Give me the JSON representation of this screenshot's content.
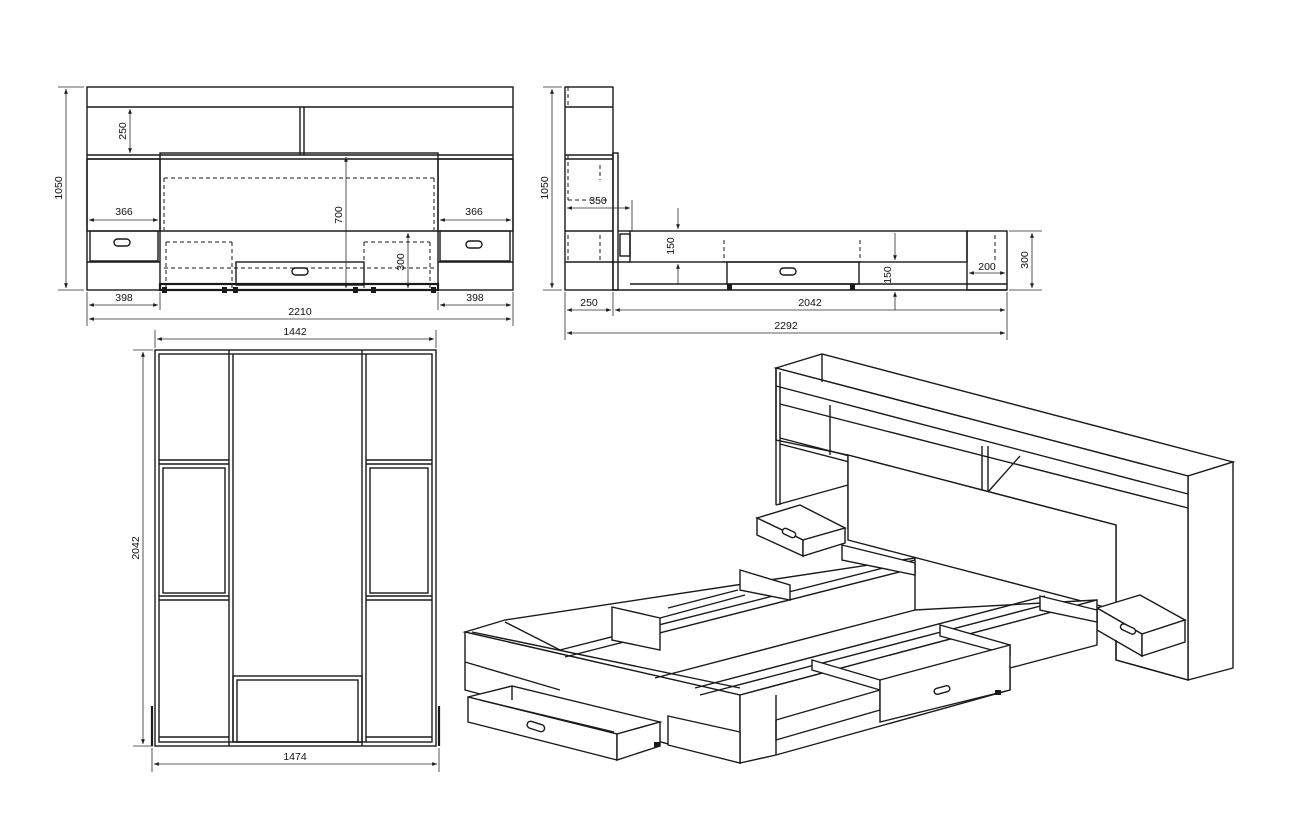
{
  "front_view": {
    "height": "1050",
    "shelf_height": "250",
    "niche_width_left": "366",
    "niche_width_right": "366",
    "inner_height": "700",
    "drawer_height": "300",
    "side_width_left": "398",
    "side_width_right": "398",
    "total_width": "2210"
  },
  "side_view": {
    "height": "1050",
    "depth_top": "350",
    "rail_height": "150",
    "drawer_height": "150",
    "end_height": "300",
    "end_depth": "200",
    "headboard_depth": "250",
    "frame_length": "2042",
    "total_length": "2292"
  },
  "top_view": {
    "inner_width": "1442",
    "length": "2042",
    "outer_width": "1474"
  }
}
